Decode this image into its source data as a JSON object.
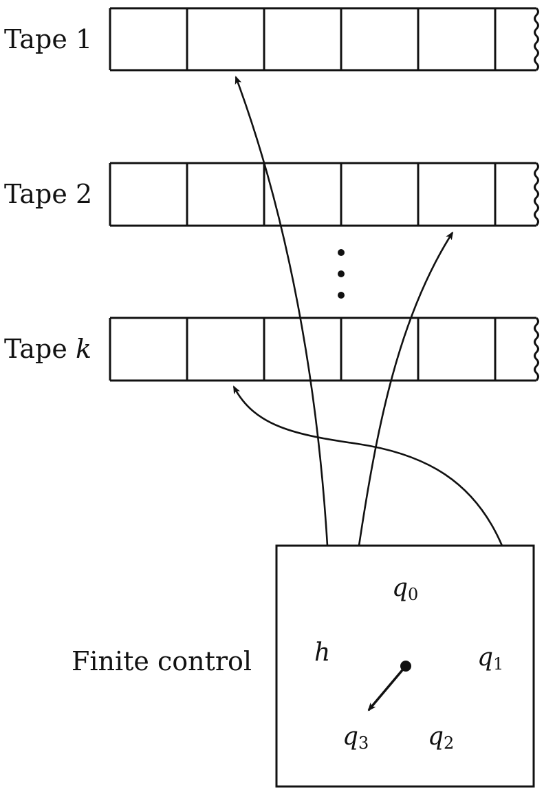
{
  "tapes": [
    {
      "label": "Tape 1"
    },
    {
      "label": "Tape 2"
    },
    {
      "label_prefix": "Tape ",
      "label_var": "k"
    }
  ],
  "finite_control": {
    "label": "Finite control",
    "states": [
      {
        "base": "q",
        "sub": "0"
      },
      {
        "base": "h",
        "sub": ""
      },
      {
        "base": "q",
        "sub": "1"
      },
      {
        "base": "q",
        "sub": "3"
      },
      {
        "base": "q",
        "sub": "2"
      }
    ]
  },
  "colors": {
    "ink": "#111111",
    "background": "#ffffff"
  }
}
